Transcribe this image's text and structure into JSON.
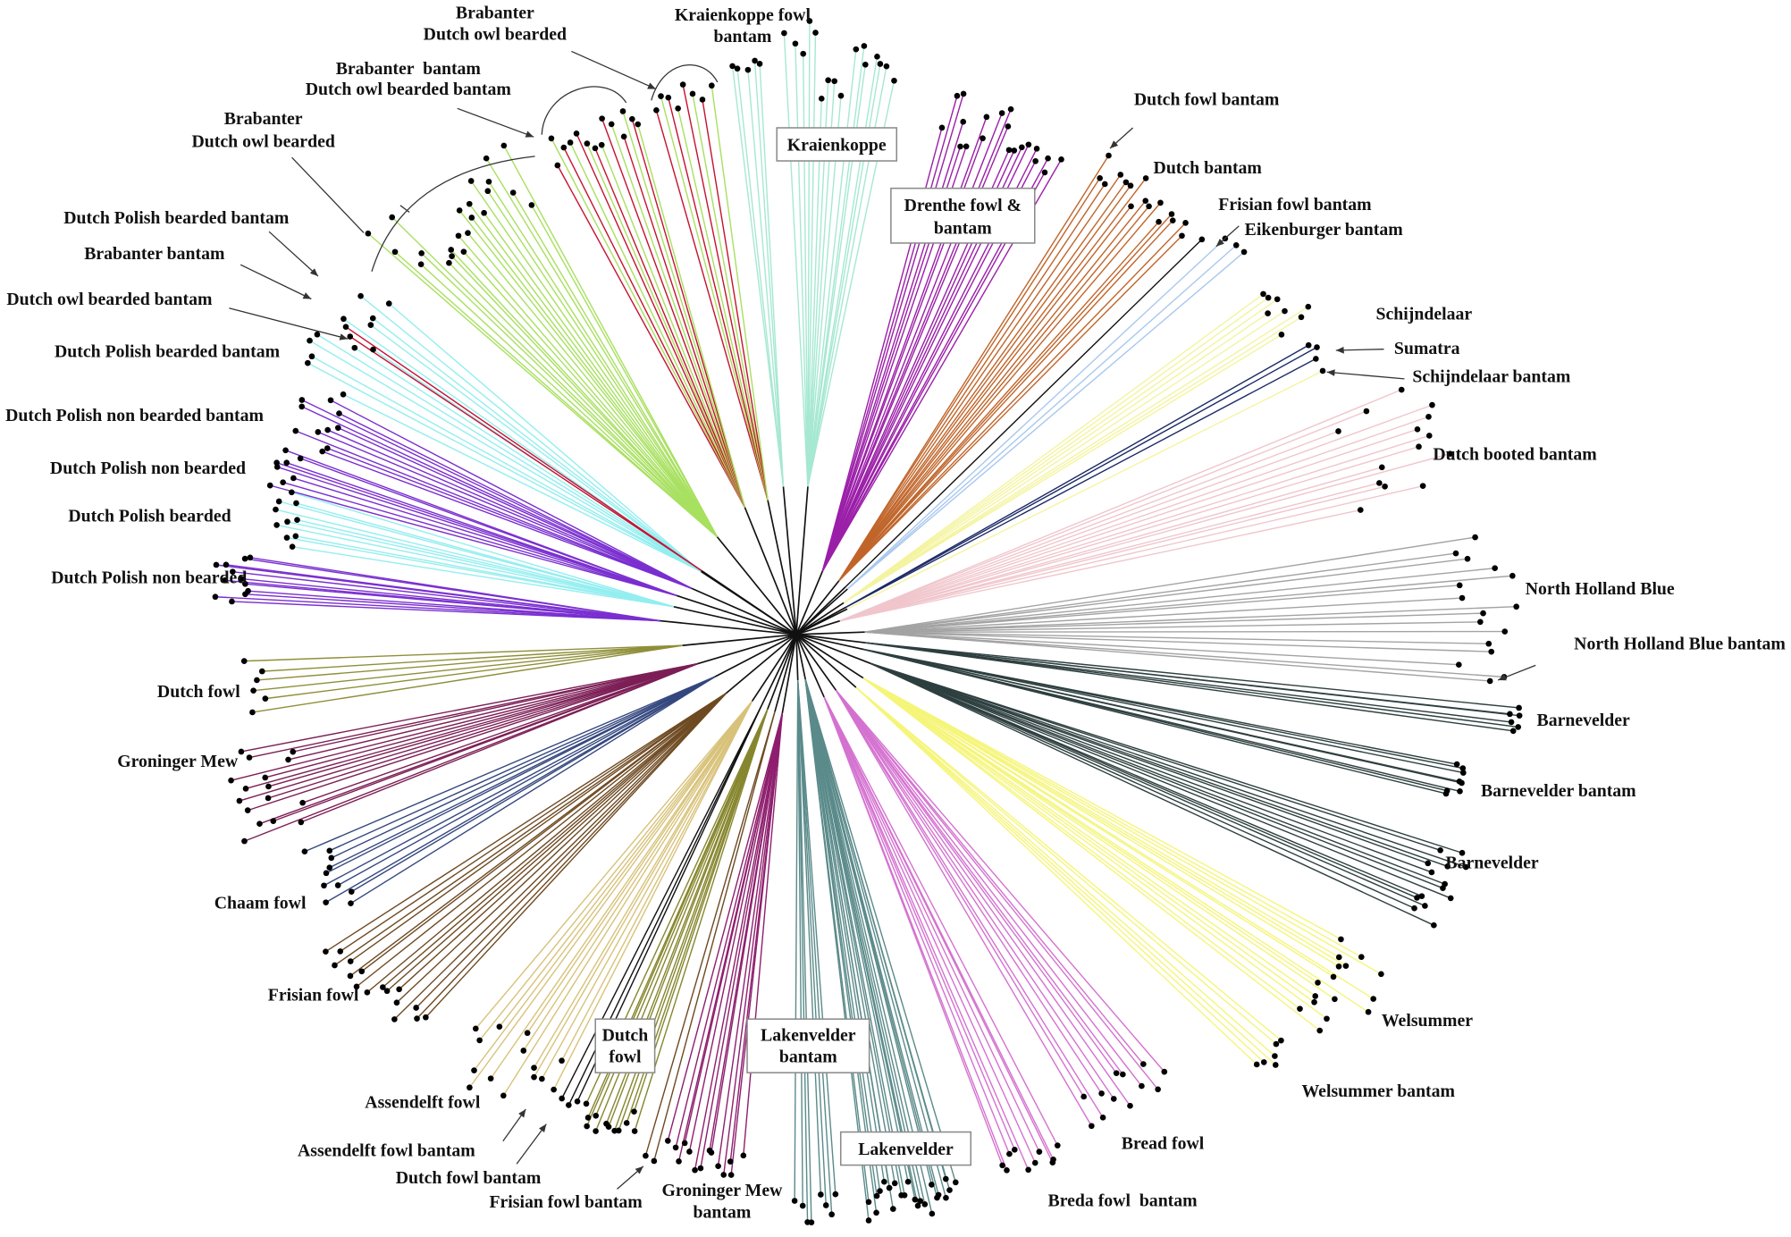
{
  "labels": {
    "brabanter_owl_a": [
      "Brabanter",
      "Dutch owl bearded"
    ],
    "kraienkoppe_fowl_bantam": [
      "Kraienkoppe fowl",
      "bantam"
    ],
    "brabanter_owl_bantam": [
      "Brabanter  bantam",
      "Dutch owl bearded bantam"
    ],
    "brabanter_owl_b": [
      "Brabanter",
      "Dutch owl bearded"
    ],
    "dutch_polish_bearded_bantam_a": "Dutch Polish bearded bantam",
    "brabanter_bantam": "Brabanter bantam",
    "dutch_owl_bearded_bantam": "Dutch owl bearded bantam",
    "dutch_polish_bearded_bantam_b": "Dutch Polish bearded bantam",
    "dutch_polish_non_bearded_bantam": "Dutch Polish non bearded bantam",
    "dutch_polish_non_bearded_a": "Dutch Polish non bearded",
    "dutch_polish_bearded": "Dutch Polish bearded",
    "dutch_polish_non_bearded_b": "Dutch Polish non bearded",
    "dutch_fowl_left": "Dutch fowl",
    "groninger_mew": "Groninger Mew",
    "chaam_fowl": "Chaam fowl",
    "frisian_fowl": "Frisian fowl",
    "assendelft_fowl": "Assendelft fowl",
    "assendelft_fowl_bantam": "Assendelft fowl bantam",
    "dutch_fowl_bantam_bottom": "Dutch fowl bantam",
    "frisian_fowl_bantam_bottom": "Frisian fowl bantam",
    "groninger_mew_bantam": [
      "Groninger Mew",
      "bantam"
    ],
    "breda_fowl_bantam": "Breda fowl  bantam",
    "bread_fowl": "Bread fowl",
    "welsummer_bantam": "Welsummer bantam",
    "welsummer": "Welsummer",
    "barnevelder_a": "Barnevelder",
    "barnevelder_bantam": "Barnevelder bantam",
    "barnevelder_b": "Barnevelder",
    "north_holland_blue_bantam": "North Holland Blue bantam",
    "north_holland_blue": "North Holland Blue",
    "dutch_booted_bantam": "Dutch booted bantam",
    "schijndelaar_bantam": "Schijndelaar bantam",
    "sumatra": "Sumatra",
    "schijndelaar": "Schijndelaar",
    "eikenburger_bantam": "Eikenburger bantam",
    "frisian_fowl_bantam_top": "Frisian fowl bantam",
    "dutch_bantam": "Dutch bantam",
    "dutch_fowl_bantam_top": "Dutch fowl bantam"
  },
  "boxed_labels": {
    "kraienkoppe": [
      "Kraienkoppe"
    ],
    "drenthe": [
      "Drenthe fowl &",
      "bantam"
    ],
    "dutch_fowl": [
      "Dutch",
      "fowl"
    ],
    "lakenvelder_bantam": [
      "Lakenvelder",
      "bantam"
    ],
    "lakenvelder": [
      "Lakenvelder"
    ]
  },
  "clade_colors": {
    "polish_non_bearded": "#7a2fd0",
    "polish_bearded": "#93eef0",
    "owl_bearded": "#a8e060",
    "owl_bearded_red": "#c41230",
    "kraienkoppe": "#a6e8d2",
    "drenthe": "#9b1fa8",
    "dutch_bantam": "#c0652a",
    "frisian_bantam_line": "#111111",
    "eikenburger": "#a9c8ee",
    "schijndelaar": "#f4f4a0",
    "sumatra": "#1c2a66",
    "dutch_booted": "#f0c6cc",
    "north_holland_blue": "#a3a3a3",
    "barnevelder": "#2e3f3f",
    "welsummer": "#f5f57a",
    "breda": "#d472d0",
    "lakenvelder": "#5b8a8a",
    "groninger_mew_bantam": "#8e1f6e",
    "frisian_fowl": "#6e4a22",
    "dutch_fowl_bottom": "#86862e",
    "dutch_fowl_bantam_line": "#111111",
    "assendelft": "#d8c27a",
    "chaam": "#34477e",
    "groninger_mew": "#7c1f56",
    "dutch_fowl_left": "#8f8f3a",
    "stem": "#111111",
    "tip_dot": "#000000"
  }
}
